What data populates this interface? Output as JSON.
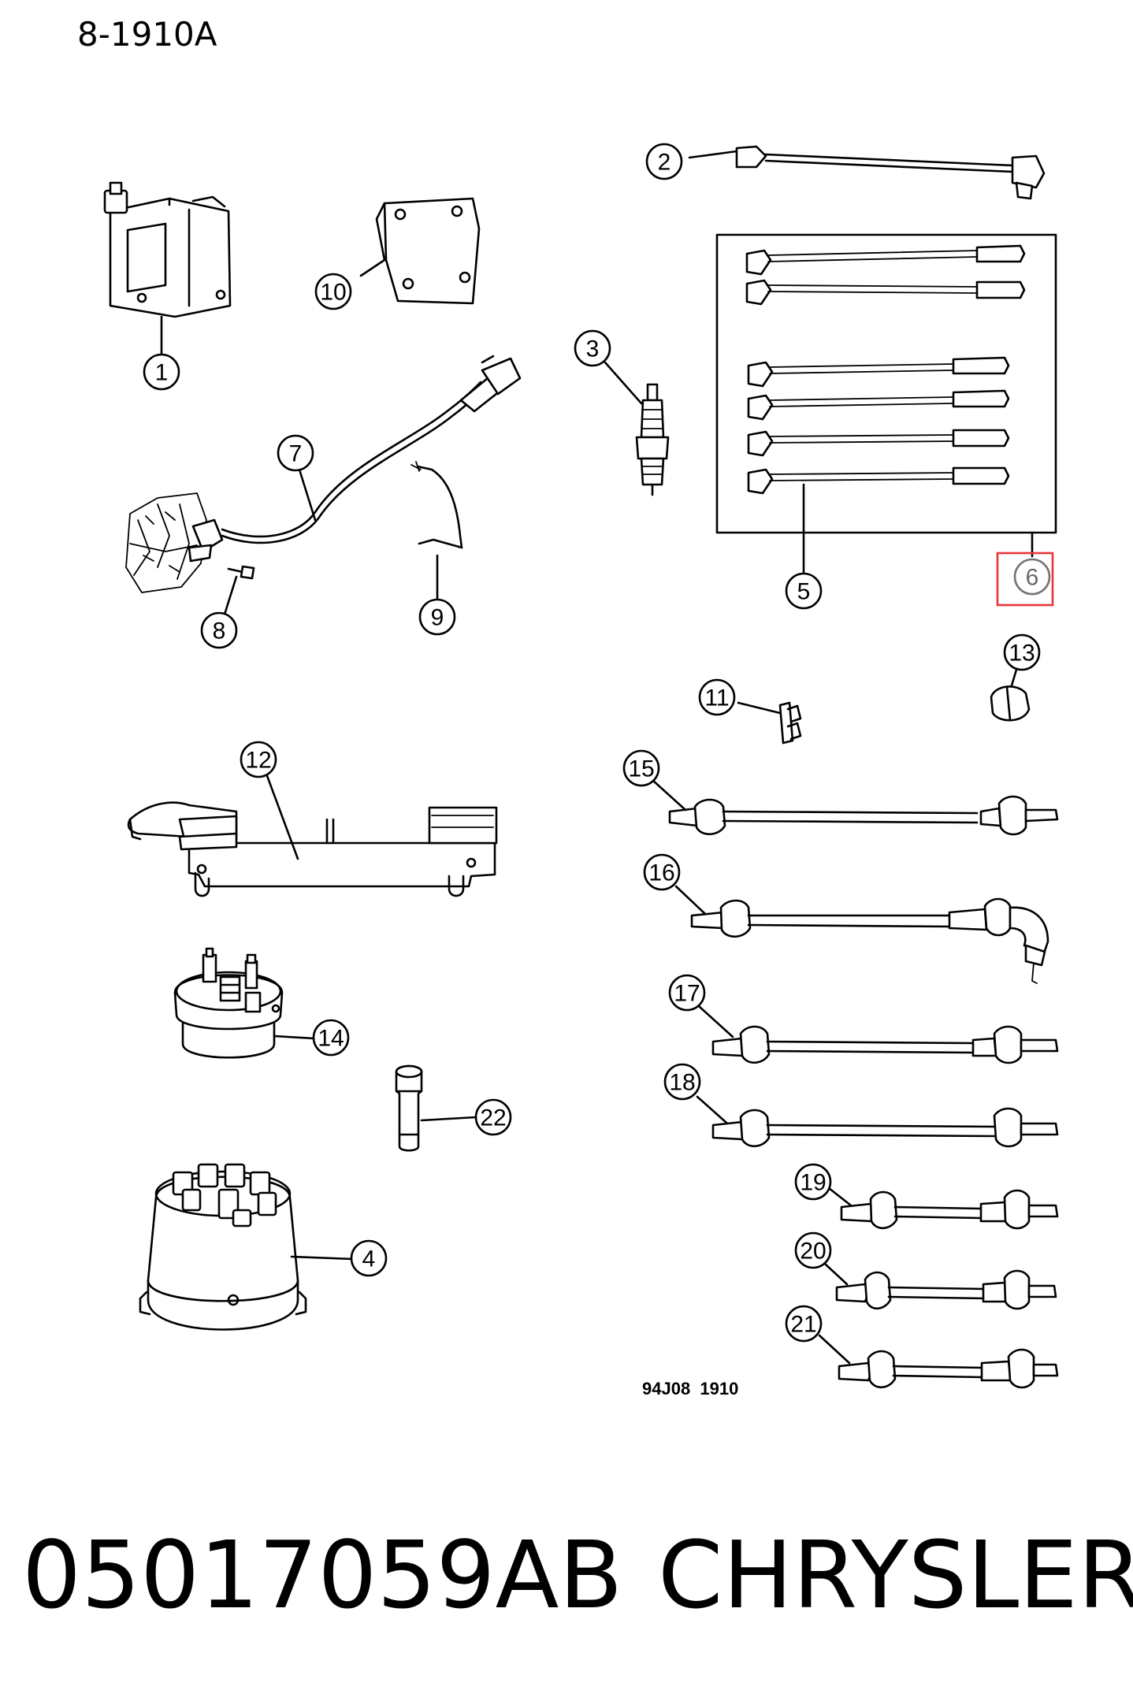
{
  "header": {
    "code": "8-1910A"
  },
  "figure_code": "94J08  1910",
  "footer": {
    "part_number": "05017059AB",
    "brand": "CHRYSLER"
  },
  "highlight_color": "#e8363c",
  "callouts": [
    {
      "id": "1",
      "label": "1"
    },
    {
      "id": "2",
      "label": "2"
    },
    {
      "id": "3",
      "label": "3"
    },
    {
      "id": "4",
      "label": "4"
    },
    {
      "id": "5",
      "label": "5"
    },
    {
      "id": "6",
      "label": "6",
      "highlighted": true
    },
    {
      "id": "7",
      "label": "7"
    },
    {
      "id": "8",
      "label": "8"
    },
    {
      "id": "9",
      "label": "9"
    },
    {
      "id": "10",
      "label": "10"
    },
    {
      "id": "11",
      "label": "11"
    },
    {
      "id": "12",
      "label": "12"
    },
    {
      "id": "13",
      "label": "13"
    },
    {
      "id": "14",
      "label": "14"
    },
    {
      "id": "15",
      "label": "15"
    },
    {
      "id": "16",
      "label": "16"
    },
    {
      "id": "17",
      "label": "17"
    },
    {
      "id": "18",
      "label": "18"
    },
    {
      "id": "19",
      "label": "19"
    },
    {
      "id": "20",
      "label": "20"
    },
    {
      "id": "21",
      "label": "21"
    },
    {
      "id": "22",
      "label": "22"
    }
  ]
}
